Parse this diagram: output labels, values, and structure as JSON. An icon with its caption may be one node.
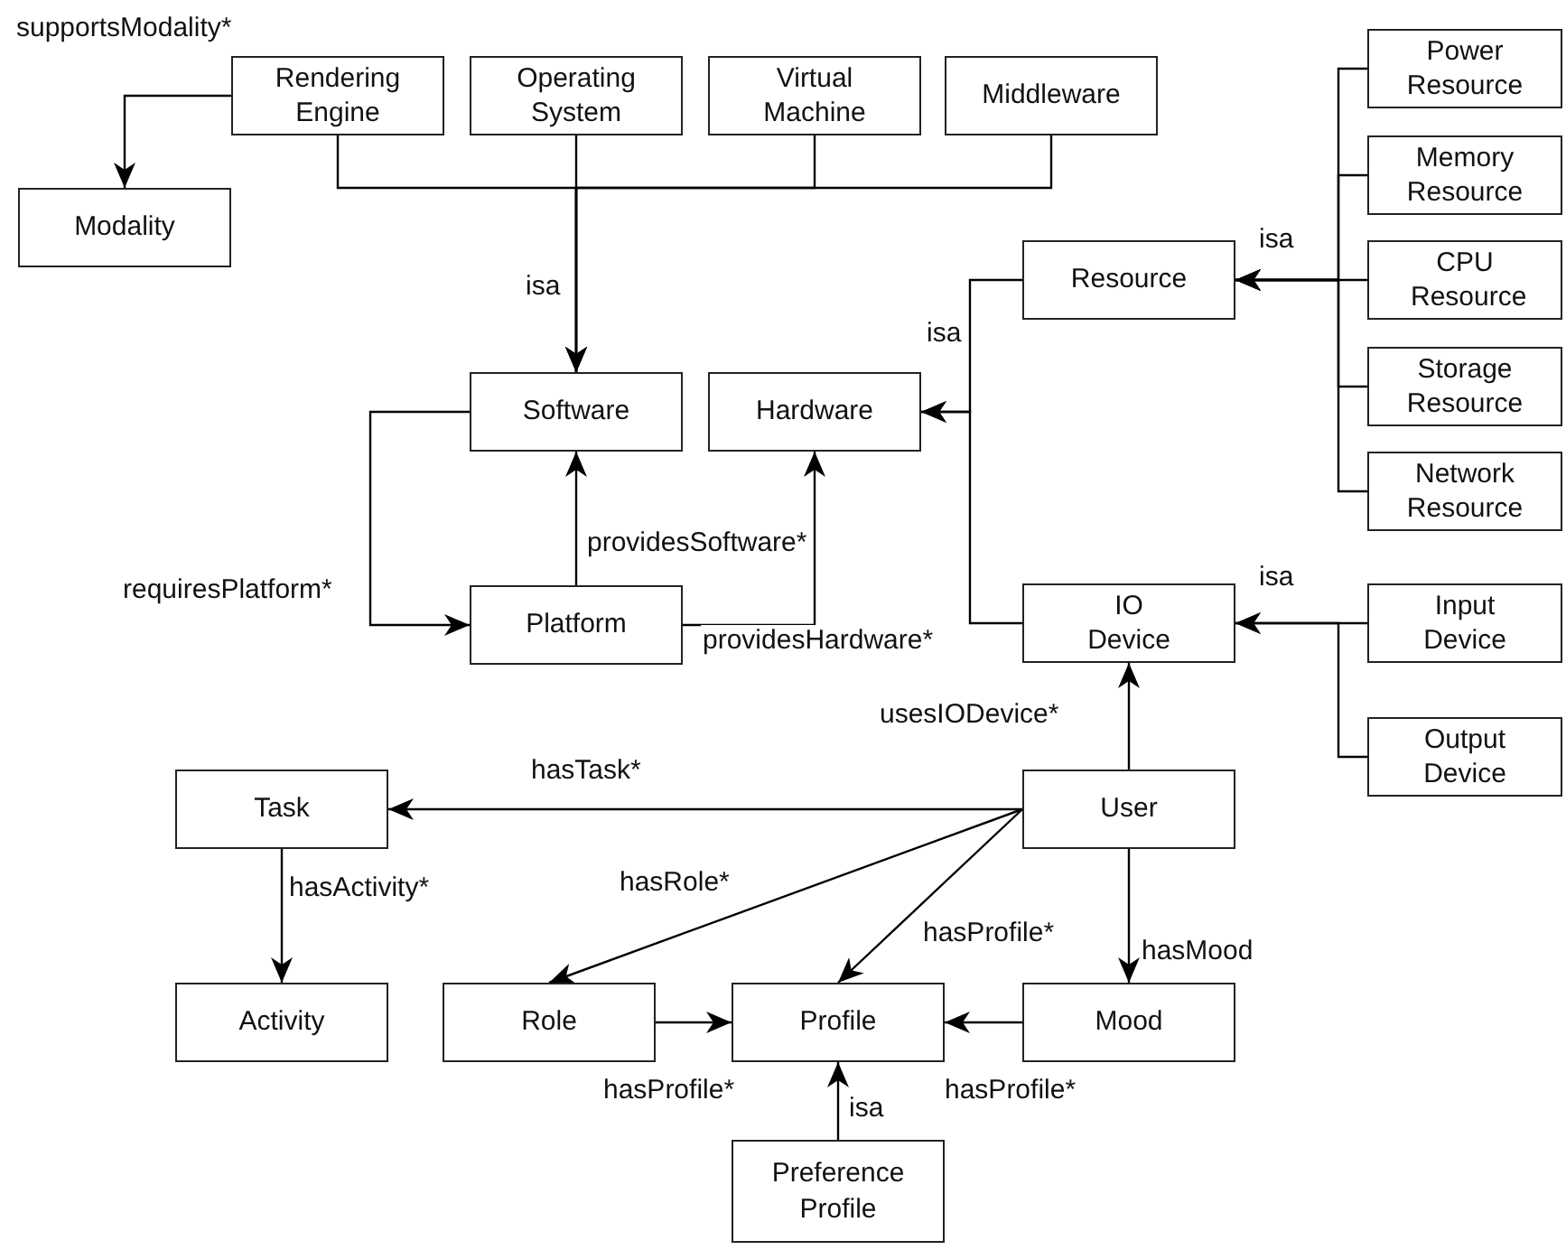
{
  "diagram": {
    "nodes": [
      {
        "text": [
          "Rendering Engine"
        ]
      },
      {
        "text": [
          "Operating System"
        ]
      },
      {
        "text": [
          "Virtual Machine"
        ]
      },
      {
        "text": [
          "Middleware"
        ]
      },
      {
        "text": [
          "Modality"
        ]
      },
      {
        "text": [
          "Power Resource"
        ]
      },
      {
        "text": [
          "Memory Resource"
        ]
      },
      {
        "text": [
          "CPU Resource"
        ]
      },
      {
        "text": [
          "Storage Resource"
        ]
      },
      {
        "text": [
          "Network Resource"
        ]
      },
      {
        "text": [
          "Resource"
        ]
      },
      {
        "text": [
          "Software"
        ]
      },
      {
        "text": [
          "Hardware"
        ]
      },
      {
        "text": [
          "Platform"
        ]
      },
      {
        "text": [
          "IO Device"
        ]
      },
      {
        "text": [
          "Input Device"
        ]
      },
      {
        "text": [
          "Output Device"
        ]
      },
      {
        "text": [
          "Task"
        ]
      },
      {
        "text": [
          "User"
        ]
      },
      {
        "text": [
          "Activity"
        ]
      },
      {
        "text": [
          "Role"
        ]
      },
      {
        "text": [
          "Profile"
        ]
      },
      {
        "text": [
          "Mood"
        ]
      },
      {
        "text": [
          "Preference Profile"
        ]
      }
    ],
    "edges": [
      {
        "from": 0,
        "to": 4,
        "arrow": "to",
        "label": "supportsModality*"
      },
      {
        "from": 0,
        "to": 11,
        "arrow": "to"
      },
      {
        "from": 1,
        "to": 11,
        "arrow": "to",
        "label": "isa"
      },
      {
        "from": 2,
        "to": 11,
        "arrow": "to"
      },
      {
        "from": 3,
        "to": 11,
        "arrow": "to"
      },
      {
        "from": 5,
        "to": 10,
        "arrow": "to"
      },
      {
        "from": 6,
        "to": 10,
        "arrow": "to"
      },
      {
        "from": 7,
        "to": 10,
        "arrow": "to",
        "label": "isa"
      },
      {
        "from": 8,
        "to": 10,
        "arrow": "to"
      },
      {
        "from": 9,
        "to": 10,
        "arrow": "to"
      },
      {
        "from": 10,
        "to": 12,
        "arrow": "to",
        "label": "isa"
      },
      {
        "from": 14,
        "to": 12,
        "arrow": "to"
      },
      {
        "from": 11,
        "to": 13,
        "arrow": "to",
        "label": "requiresPlatform*"
      },
      {
        "from": 13,
        "to": 11,
        "arrow": "to",
        "label": "providesSoftware*"
      },
      {
        "from": 13,
        "to": 12,
        "arrow": "to",
        "label": "providesHardware*"
      },
      {
        "from": 15,
        "to": 14,
        "arrow": "to",
        "label": "isa"
      },
      {
        "from": 16,
        "to": 14,
        "arrow": "to"
      },
      {
        "from": 18,
        "to": 14,
        "arrow": "to",
        "label": "usesIODevice*"
      },
      {
        "from": 18,
        "to": 17,
        "arrow": "to",
        "label": "hasTask*"
      },
      {
        "from": 18,
        "to": 20,
        "arrow": "to",
        "label": "hasRole*"
      },
      {
        "from": 18,
        "to": 21,
        "arrow": "to",
        "label": "hasProfile*"
      },
      {
        "from": 18,
        "to": 22,
        "arrow": "to",
        "label": "hasMood"
      },
      {
        "from": 17,
        "to": 19,
        "arrow": "to",
        "label": "hasActivity*"
      },
      {
        "from": 20,
        "to": 21,
        "arrow": "to",
        "label": "hasProfile*"
      },
      {
        "from": 22,
        "to": 21,
        "arrow": "to",
        "label": "hasProfile*"
      },
      {
        "from": 23,
        "to": 21,
        "arrow": "to",
        "label": "isa"
      }
    ]
  }
}
